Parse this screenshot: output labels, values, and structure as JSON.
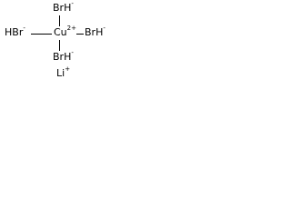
{
  "structure": {
    "atoms": {
      "br_top": "BrH",
      "br_top_charge": "-",
      "br_left": "HBr",
      "br_left_charge": "-",
      "cu": "Cu",
      "cu_charge": "2+",
      "br_right": "BrH",
      "br_right_charge": "-",
      "br_bottom": "BrH",
      "br_bottom_charge": "-"
    },
    "counter_ion": {
      "symbol": "Li",
      "charge": "+"
    }
  }
}
